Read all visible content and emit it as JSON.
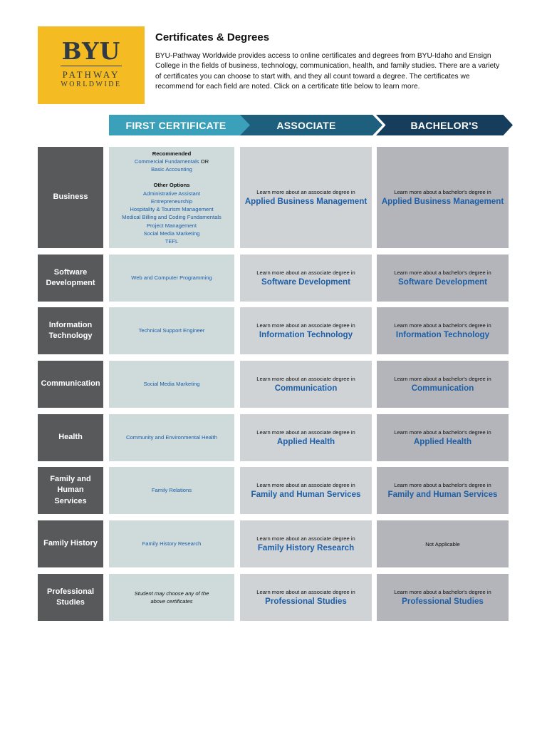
{
  "logo": {
    "line1": "BYU",
    "line2": "PATHWAY",
    "line3": "WORLDWIDE",
    "bg": "#f5bb22"
  },
  "title": "Certificates & Degrees",
  "intro": "BYU-Pathway Worldwide provides access to online certificates and degrees from BYU-Idaho and Ensign College in the fields of business, technology, communication, health, and family studies. There are a variety of certificates you can choose to start with, and they all count toward a degree. The certificates we recommend for each field are noted. Click on a certificate title below to learn more.",
  "headers": {
    "first": "FIRST CERTIFICATE",
    "associate": "ASSOCIATE",
    "bachelor": "BACHELOR'S"
  },
  "colors": {
    "first_header": "#3ba0b9",
    "associate_header": "#1e5f7e",
    "bachelor_header": "#163d5c",
    "field_bg": "#58595b",
    "link": "#1c5fa8"
  },
  "business": {
    "field": "Business",
    "recommended_label": "Recommended",
    "rec1": "Commercial Fundamentals",
    "or": " OR",
    "rec2": "Basic Accounting",
    "other_label": "Other Options",
    "other": [
      "Administrative Assistant",
      "Entrepreneurship",
      "Hospitality & Tourism Management",
      "Medical Billing and Coding Fundamentals",
      "Project Management",
      "Social Media Marketing",
      "TEFL"
    ],
    "assoc_learn": "Learn more about an associate degree in",
    "assoc_degree": "Applied Business Management",
    "bach_learn": "Learn more about a bachelor's degree in",
    "bach_degree": "Applied Business Management"
  },
  "software": {
    "field": "Software Development",
    "first": "Web and Computer Programming",
    "assoc_learn": "Learn more about an associate degree in",
    "assoc_degree": "Software Development",
    "bach_learn": "Learn more about a bachelor's degree in",
    "bach_degree": "Software Development"
  },
  "it": {
    "field": "Information Technology",
    "first": "Technical Support Engineer",
    "assoc_learn": "Learn more about an associate degree in",
    "assoc_degree": "Information Technology",
    "bach_learn": "Learn more about a bachelor's degree in",
    "bach_degree": "Information Technology"
  },
  "communication": {
    "field": "Communication",
    "first": "Social Media Marketing",
    "assoc_learn": "Learn more about an associate degree in",
    "assoc_degree": "Communication",
    "bach_learn": "Learn more about a bachelor's degree in",
    "bach_degree": "Communication"
  },
  "health": {
    "field": "Health",
    "first": "Community and Environmental Health",
    "assoc_learn": "Learn more about an associate degree in",
    "assoc_degree": "Applied Health",
    "bach_learn": "Learn more about a bachelor's degree in",
    "bach_degree": "Applied Health"
  },
  "family": {
    "field": "Family and Human Services",
    "first": "Family Relations",
    "assoc_learn": "Learn more about an associate degree in",
    "assoc_degree": "Family and Human Services",
    "bach_learn": "Learn more about a bachelor's degree in",
    "bach_degree": "Family and Human Services"
  },
  "history": {
    "field": "Family History",
    "first": "Family History Research",
    "assoc_learn": "Learn more about an associate degree in",
    "assoc_degree": "Family History Research",
    "bach_na": "Not Applicable"
  },
  "professional": {
    "field": "Professional Studies",
    "first": "Student may choose any of the above certificates",
    "assoc_learn": "Learn more about an associate degree in",
    "assoc_degree": "Professional Studies",
    "bach_learn": "Learn more about a bachelor's degree in",
    "bach_degree": "Professional Studies"
  }
}
